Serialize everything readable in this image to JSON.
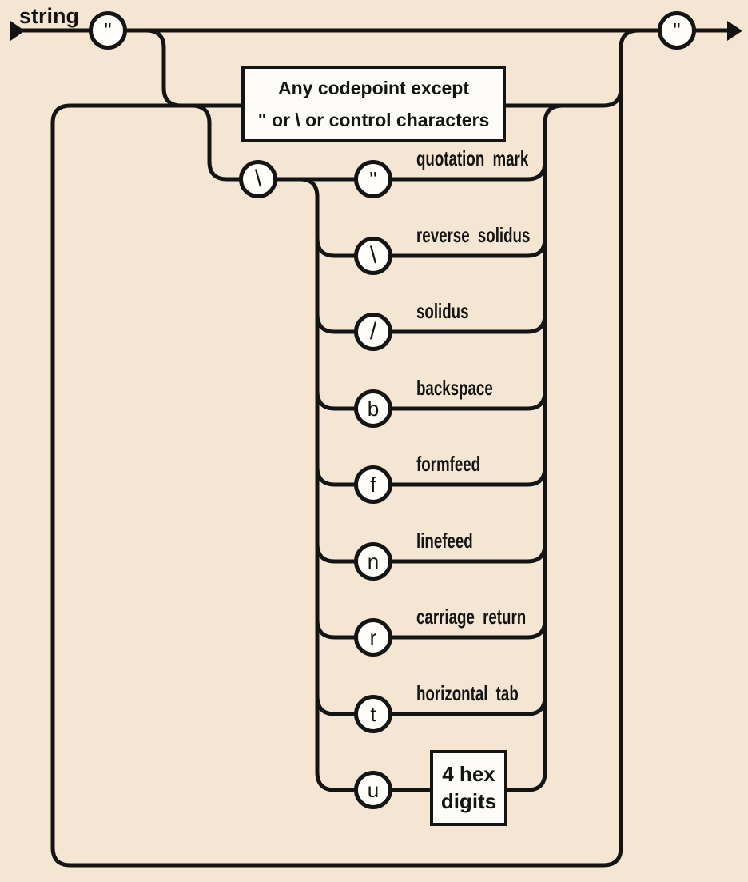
{
  "diagram": {
    "title": "string",
    "colors": {
      "background": "#f4e6d3",
      "ink": "#141414",
      "node_fill": "#fffefa"
    },
    "start_terminal": "\"",
    "end_terminal": "\"",
    "codepoint_box": {
      "line1": "Any codepoint except",
      "line2": "\" or \\ or control characters"
    },
    "escape_prefix": {
      "char": "\\"
    },
    "escapes": [
      {
        "char": "\"",
        "label": "quotation mark"
      },
      {
        "char": "\\",
        "label": "reverse solidus"
      },
      {
        "char": "/",
        "label": "solidus"
      },
      {
        "char": "b",
        "label": "backspace"
      },
      {
        "char": "f",
        "label": "formfeed"
      },
      {
        "char": "n",
        "label": "linefeed"
      },
      {
        "char": "r",
        "label": "carriage return"
      },
      {
        "char": "t",
        "label": "horizontal tab"
      },
      {
        "char": "u",
        "box": {
          "line1": "4 hex",
          "line2": "digits"
        }
      }
    ]
  }
}
